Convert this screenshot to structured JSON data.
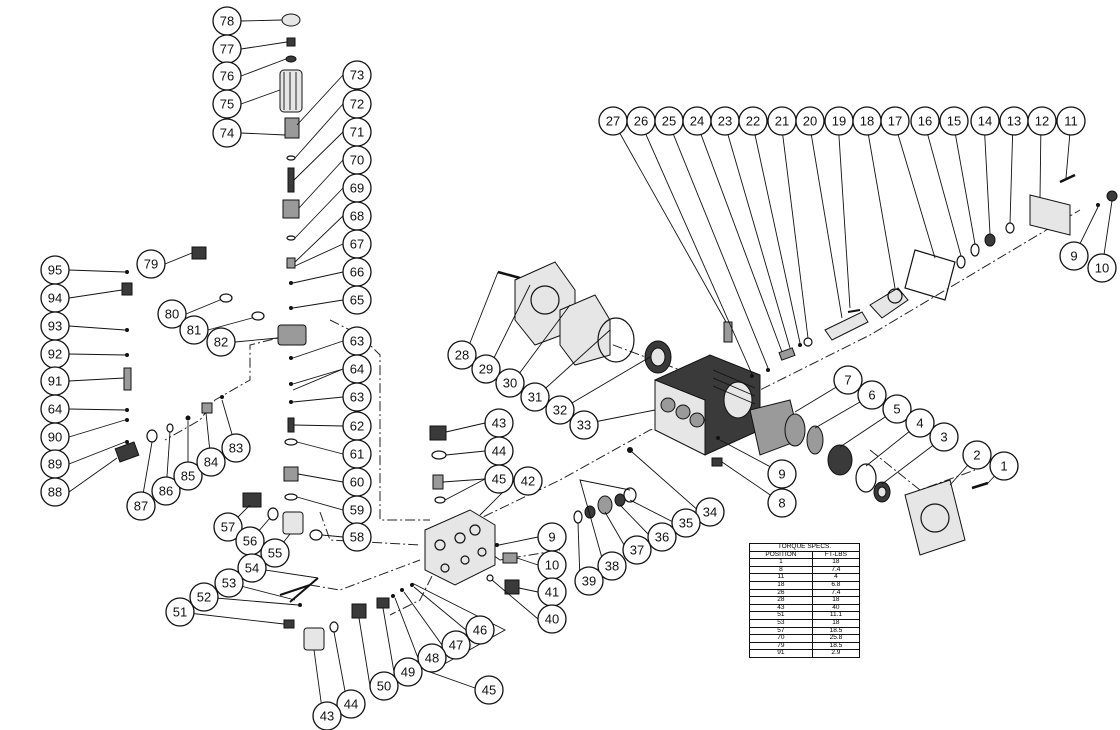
{
  "callouts": [
    "78",
    "77",
    "76",
    "75",
    "74",
    "73",
    "72",
    "71",
    "70",
    "69",
    "68",
    "67",
    "66",
    "65",
    "95",
    "94",
    "93",
    "92",
    "91",
    "64",
    "90",
    "89",
    "88",
    "79",
    "80",
    "81",
    "82",
    "63",
    "64",
    "63",
    "62",
    "61",
    "60",
    "59",
    "58",
    "57",
    "56",
    "55",
    "54",
    "53",
    "52",
    "51",
    "87",
    "86",
    "85",
    "84",
    "83",
    "43",
    "44",
    "45",
    "42",
    "9",
    "10",
    "41",
    "40",
    "46",
    "47",
    "48",
    "49",
    "50",
    "45",
    "44",
    "43",
    "28",
    "29",
    "30",
    "31",
    "32",
    "33",
    "34",
    "35",
    "36",
    "37",
    "38",
    "39",
    "27",
    "26",
    "25",
    "24",
    "23",
    "22",
    "21",
    "20",
    "19",
    "18",
    "17",
    "16",
    "15",
    "14",
    "13",
    "12",
    "11",
    "9",
    "10",
    "7",
    "6",
    "5",
    "4",
    "3",
    "2",
    "1",
    "9",
    "8"
  ],
  "torque_table": {
    "title": "TORQUE SPECS.",
    "headers": [
      "POSITION",
      "FT-LBS"
    ],
    "rows": [
      [
        "1",
        "18"
      ],
      [
        "8",
        "7.4"
      ],
      [
        "11",
        "4"
      ],
      [
        "18",
        "6.8"
      ],
      [
        "26",
        "7.4"
      ],
      [
        "28",
        "18"
      ],
      [
        "43",
        "40"
      ],
      [
        "51",
        "11.1"
      ],
      [
        "53",
        "18"
      ],
      [
        "57",
        "18.5"
      ],
      [
        "70",
        "25.8"
      ],
      [
        "79",
        "18.5"
      ],
      [
        "91",
        "2.9"
      ]
    ]
  }
}
